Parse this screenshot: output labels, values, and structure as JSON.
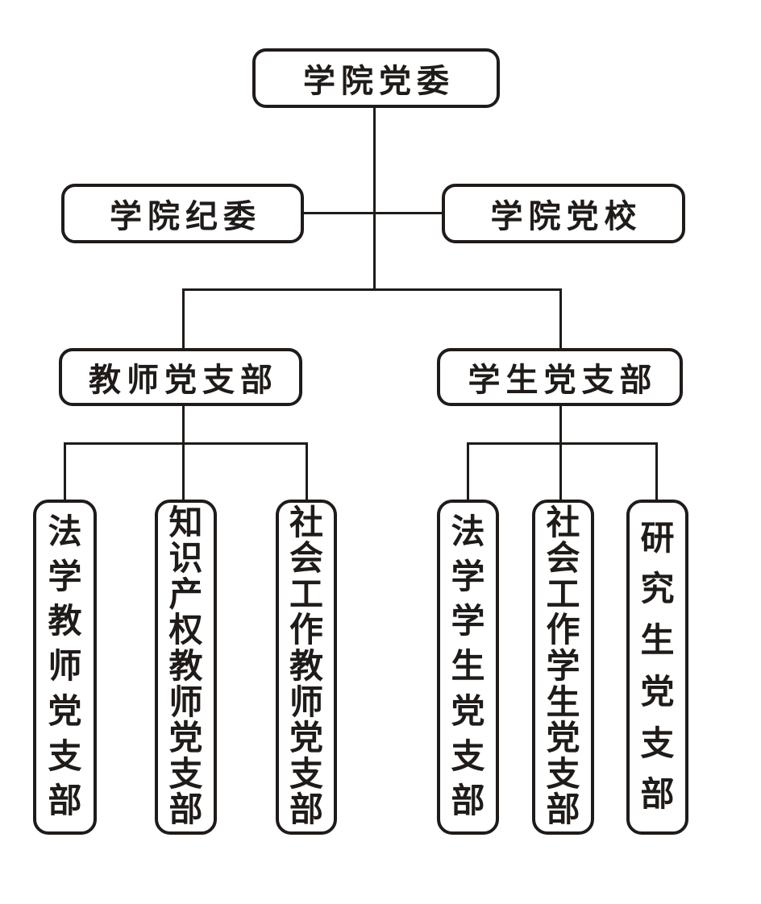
{
  "colors": {
    "ink": "#1f1b19",
    "background": "#ffffff"
  },
  "org_chart": {
    "root": {
      "label": "学院党委"
    },
    "side_nodes": {
      "discipline": {
        "label": "学院纪委"
      },
      "party_school": {
        "label": "学院党校"
      }
    },
    "branches": {
      "teacher": {
        "label": "教师党支部",
        "children": [
          {
            "label": "法学教师党支部"
          },
          {
            "label": "知识产权教师党支部"
          },
          {
            "label": "社会工作教师党支部"
          }
        ]
      },
      "student": {
        "label": "学生党支部",
        "children": [
          {
            "label": "法学学生党支部"
          },
          {
            "label": "社会工作学生党支部"
          },
          {
            "label": "研究生党支部"
          }
        ]
      }
    }
  }
}
